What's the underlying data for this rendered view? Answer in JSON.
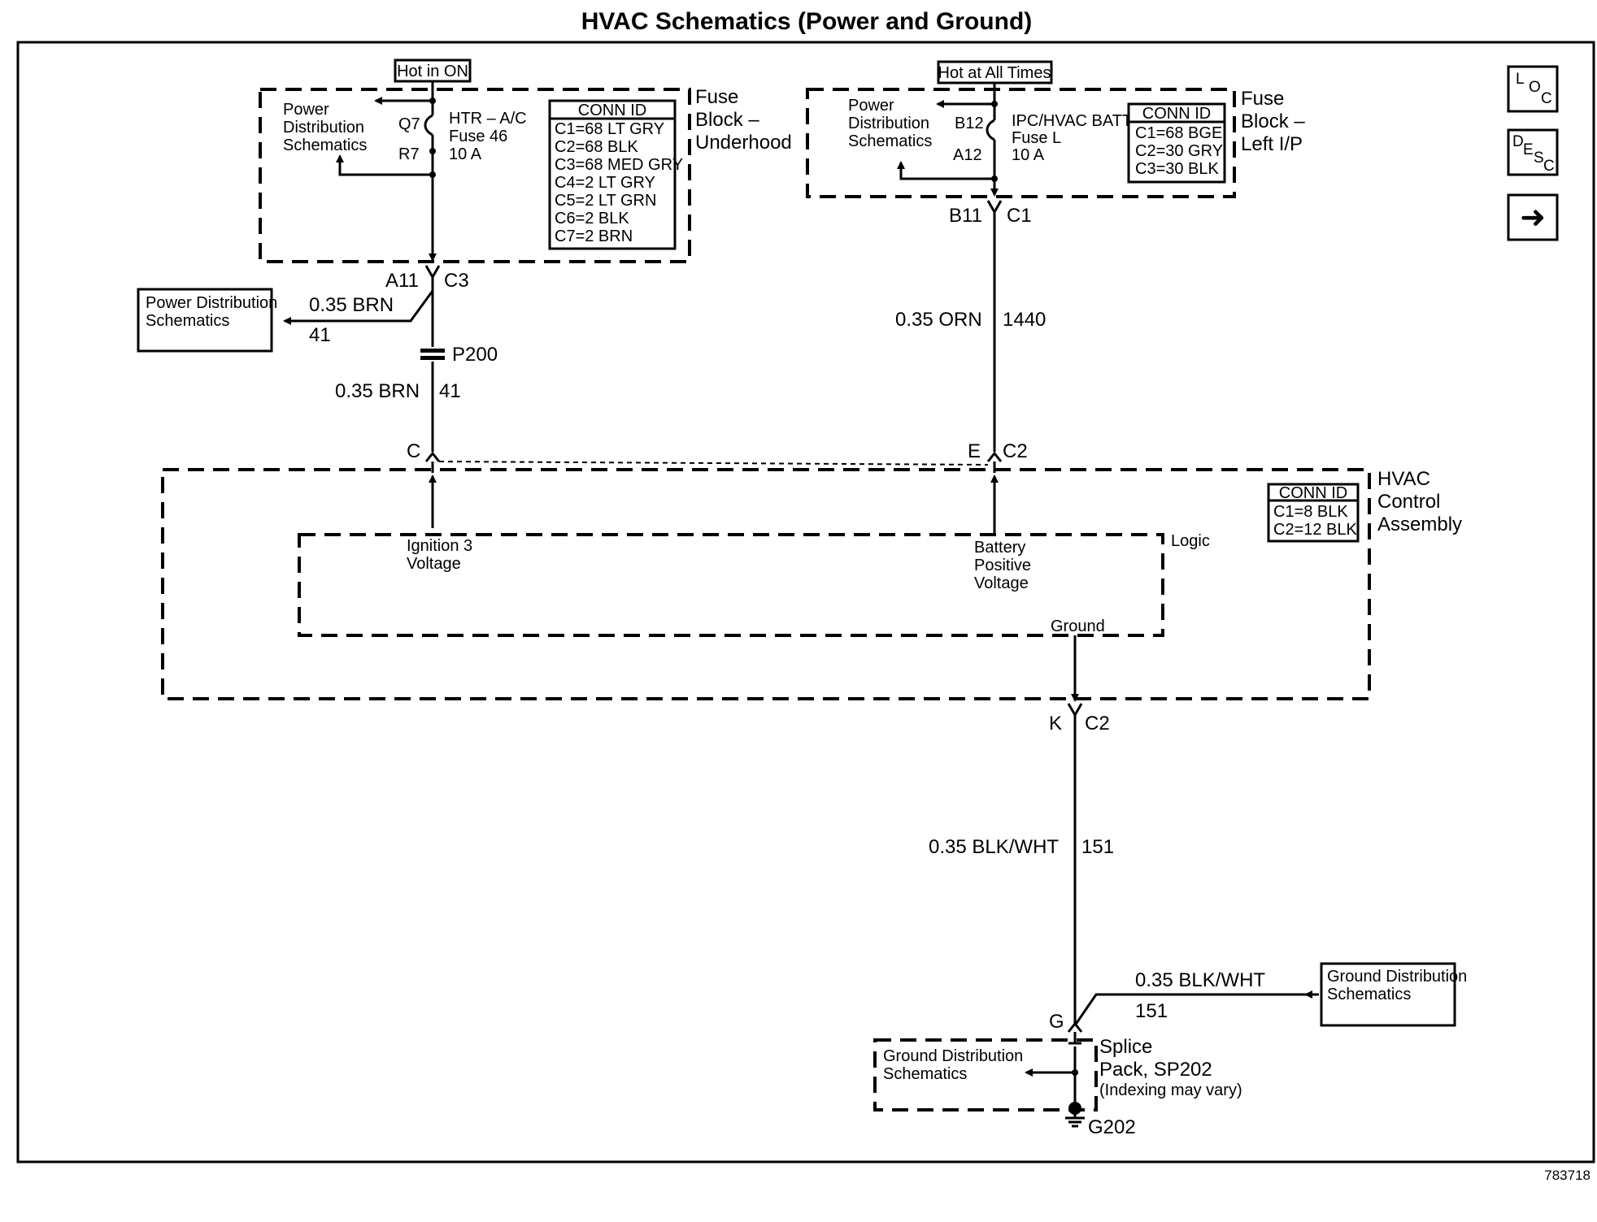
{
  "title": "HVAC Schematics (Power and Ground)",
  "figure_number": "783718",
  "nav": {
    "loc": {
      "l1": "L",
      "l2": "O",
      "l3": "C"
    },
    "desc": {
      "l1": "D",
      "l2": "E",
      "l3": "S",
      "l4": "C"
    },
    "next_arrow": "➜"
  },
  "fuse_underhood": {
    "hot_label": "Hot in ON",
    "name_lines": [
      "Fuse",
      "Block –",
      "Underhood"
    ],
    "pd_lines": [
      "Power",
      "Distribution",
      "Schematics"
    ],
    "pin_top": "Q7",
    "pin_bottom": "R7",
    "fuse_lines": [
      "HTR – A/C",
      "Fuse 46",
      "10 A"
    ],
    "conn_header": "CONN ID",
    "conn_rows": [
      "C1=68 LT GRY",
      "C2=68 BLK",
      "C3=68 MED GRY",
      "C4=2 LT GRY",
      "C5=2 LT GRN",
      "C6=2 BLK",
      "C7=2 BRN"
    ]
  },
  "fuse_left_ip": {
    "hot_label": "Hot at All Times",
    "name_lines": [
      "Fuse",
      "Block –",
      "Left I/P"
    ],
    "pd_lines": [
      "Power",
      "Distribution",
      "Schematics"
    ],
    "pin_top": "B12",
    "pin_bottom": "A12",
    "fuse_lines": [
      "IPC/HVAC BATT",
      "Fuse L",
      "10 A"
    ],
    "conn_header": "CONN ID",
    "conn_rows": [
      "C1=68 BGE",
      "C2=30 GRY",
      "C3=30 BLK"
    ]
  },
  "connectors": {
    "a11": "A11",
    "c3": "C3",
    "b11": "B11",
    "c1": "C1",
    "c": "C",
    "e": "E",
    "c2_top": "C2",
    "k": "K",
    "c2_bottom": "C2",
    "g": "G"
  },
  "wires": {
    "branch_gauge": "0.35 BRN",
    "branch_circuit": "41",
    "p200": "P200",
    "main_left_gauge": "0.35 BRN",
    "main_left_circuit": "41",
    "right_gauge": "0.35 ORN",
    "right_circuit": "1440",
    "ground_gauge": "0.35 BLK/WHT",
    "ground_circuit": "151",
    "gd_branch_gauge": "0.35 BLK/WHT",
    "gd_branch_circuit": "151"
  },
  "power_dist_box": {
    "lines": [
      "Power Distribution",
      "Schematics"
    ]
  },
  "hvac_control": {
    "name_lines": [
      "HVAC",
      "Control",
      "Assembly"
    ],
    "conn_header": "CONN ID",
    "conn_rows": [
      "C1=8 BLK",
      "C2=12 BLK"
    ],
    "logic": "Logic",
    "ignition_lines": [
      "Ignition 3",
      "Voltage"
    ],
    "battery_lines": [
      "Battery",
      "Positive",
      "Voltage"
    ],
    "ground": "Ground"
  },
  "ground_dist_box": {
    "lines": [
      "Ground Distribution",
      "Schematics"
    ]
  },
  "splice": {
    "name_lines": [
      "Splice",
      "Pack, SP202"
    ],
    "note": "(Indexing may vary)",
    "gd_lines": [
      "Ground Distribution",
      "Schematics"
    ],
    "ground_id": "G202"
  }
}
